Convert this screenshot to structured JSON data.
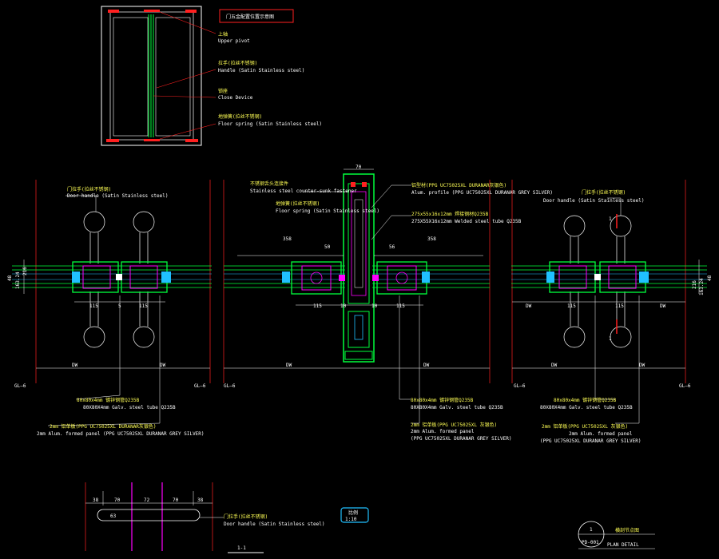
{
  "elevation": {
    "title": "门五金配置位置示意图",
    "callouts": [
      {
        "cn": "上轴",
        "en": "Upper pivot"
      },
      {
        "cn": "拉手(拉丝不锈钢)",
        "en": "Handle (Satin Stainless steel)"
      },
      {
        "cn": "锁座",
        "en": "Close Device"
      },
      {
        "cn": "地弹簧(拉丝不锈钢)",
        "en": "Floor spring (Satin Stainless steel)"
      }
    ]
  },
  "left_detail": {
    "handle_cn": "门拉手(拉丝不锈钢)",
    "handle_en": "Door handle (Satin Stainless steel)",
    "dim_115a": "115",
    "dim_5": "5",
    "dim_115b": "115",
    "dim_dw1": "DW",
    "dim_dw2": "DW",
    "gl_left": "GL—6",
    "gl_right": "GL—6",
    "side_dims": [
      "48",
      "163.24",
      "216"
    ],
    "tube_cn": "80x80x4mm 镀锌钢管Q235B",
    "tube_en": "80X80X4mm Galv. steel tube Q235B",
    "panel_cn": "2mm 铝单板(PPG UC75025XL DURANAR灰银色)",
    "panel_en": "2mm Alum. formed panel (PPG UC75025XL DURANAR GREY SILVER)"
  },
  "center_detail": {
    "top_dim": "70",
    "bracket_cn": "不锈钢舌头连接件",
    "bracket_en": "Stainless steel counter-sunk fastener",
    "spring_cn": "地弹簧(拉丝不锈钢)",
    "spring_en": "Floor spring (Satin Stainless steel)",
    "profile_cn": "铝型材(PPG UC75025XL DURANAR灰银色)",
    "profile_en": "Alum. profile (PPG UC75025XL DURANAR GREY SILVER)",
    "steel1_cn": "275x55x16x12mm 焊接钢材Q235B",
    "steel1_en": "275X55X16x12mm Welded steel tube Q235B",
    "dim_358_left": "358",
    "dim_50_left": "50",
    "dim_56_right": "56",
    "dim_358_right": "358",
    "dim_115_left": "115",
    "dim_15a": "10",
    "dim_15b": "10",
    "dim_115_right": "115",
    "dim_dw1": "DW",
    "dim_dw2": "DW",
    "gl_left": "GL—6",
    "tube_cn": "80x80x4mm 镀锌钢管Q235B",
    "tube_en": "80X80X4mm Galv. steel tube Q235B",
    "panel_cn": "2mm 铝单板(PPG UC75025XL 灰银色)",
    "panel_en1": "2mm Alum. formed panel",
    "panel_en2": "(PPG UC75025XL DURANAR GREY SILVER)"
  },
  "right_detail": {
    "handle_cn": "门拉手(拉丝不锈钢)",
    "handle_en": "Door handle (Satin Stainless steel)",
    "section_mark": "1",
    "dim_dw1": "DW",
    "dim_115a": "115",
    "dim_115b": "115",
    "dim_dw2": "DW",
    "dim_dw3": "DW",
    "dim_dw4": "DW",
    "gl_left": "GL—6",
    "gl_right": "GL—6",
    "side_dims": [
      "48",
      "163.24",
      "216"
    ],
    "tube_cn": "80x80x4mm 镀锌钢管Q235B",
    "tube_en": "80X80X4mm Galv. steel tube Q235B",
    "panel_cn": "2mm 铝单板(PPG UC75025XL 灰银色)",
    "panel_en1": "2mm Alum. formed panel",
    "panel_en2": "(PPG UC75025XL DURANAR GREY SILVER)"
  },
  "section": {
    "dims": [
      "38",
      "70",
      "72",
      "70",
      "38"
    ],
    "tag_left": "63",
    "handle_cn": "门拉手(拉丝不锈钢)",
    "handle_en": "Door handle (Satin Stainless steel)",
    "title": "1-1"
  },
  "stamp": {
    "line1": "比例",
    "line2": "1:10"
  },
  "plan_tag": {
    "top": "1",
    "bottom": "PD-001",
    "cn": "横剖节点图",
    "en": "PLAN DETAIL"
  },
  "colors": {
    "bg": "#000000",
    "line": "#ffffff",
    "green": "#00ff3c",
    "red": "#ff2020",
    "magenta": "#ff00ff",
    "cyan": "#20c0ff",
    "yellow": "#ffff55",
    "orange": "#ff8000"
  }
}
